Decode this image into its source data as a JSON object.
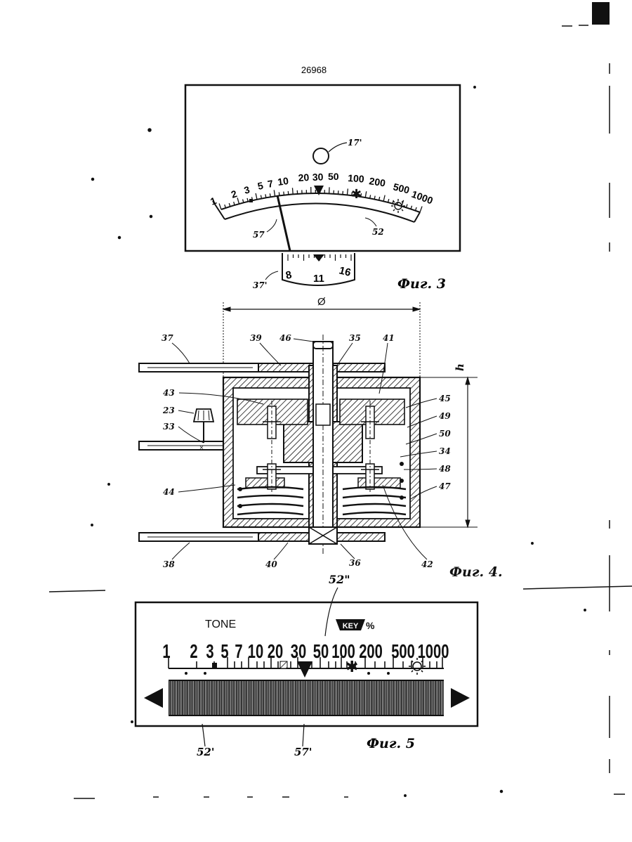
{
  "page_number": "26968",
  "fig3": {
    "caption": "Фиг. 3",
    "scale": [
      "1",
      "2",
      "3",
      "5",
      "7",
      "10",
      "20",
      "30",
      "50",
      "100",
      "200",
      "500",
      "1000"
    ],
    "sub_scale": [
      "8",
      "11",
      "16"
    ],
    "refs": {
      "circle": "17'",
      "pointer": "57",
      "arc": "52",
      "subdial": "37'"
    }
  },
  "fig4": {
    "caption": "Фиг. 4.",
    "dimension_diameter": "Ø",
    "dimension_height": "h",
    "refs": [
      "37",
      "39",
      "46",
      "35",
      "41",
      "43",
      "23",
      "33",
      "44",
      "45",
      "49",
      "50",
      "34",
      "48",
      "47",
      "38",
      "40",
      "36",
      "42"
    ]
  },
  "fig5": {
    "caption": "Фиг. 5",
    "tone_label": "TONE",
    "key_label": "KEY",
    "percent_label": "%",
    "scale": [
      "1",
      "2",
      "3",
      "5",
      "7",
      "10",
      "20",
      "30",
      "50",
      "100",
      "200",
      "500",
      "1000"
    ],
    "refs": {
      "top": "52\"",
      "left": "52'",
      "pointer": "57'"
    },
    "colors": {
      "ink": "#111111",
      "paper": "#ffffff"
    }
  }
}
